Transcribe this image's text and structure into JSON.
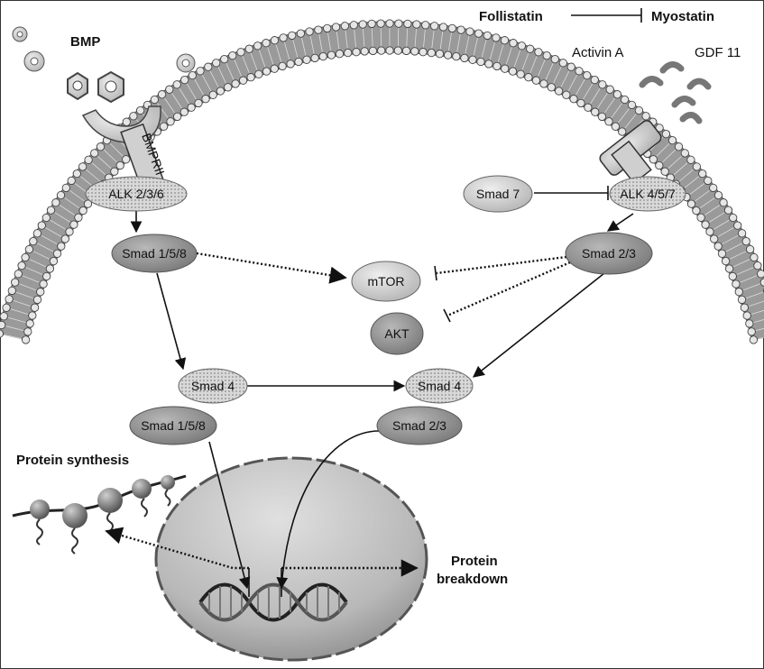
{
  "diagram": {
    "legend": {
      "left": "Follistatin",
      "right": "Myostatin"
    },
    "ligands": {
      "bmp": "BMP",
      "activin": "Activin A",
      "gdf": "GDF 11"
    },
    "receptors": {
      "bmpr": "BMPRII"
    },
    "nodes": {
      "alk236": "ALK 2/3/6",
      "alk457": "ALK 4/5/7",
      "smad7": "Smad 7",
      "smad158_top": "Smad 1/5/8",
      "smad23_top": "Smad 2/3",
      "mtor": "mTOR",
      "akt": "AKT",
      "smad4_left": "Smad 4",
      "smad4_right": "Smad 4",
      "smad158_bottom": "Smad 1/5/8",
      "smad23_bottom": "Smad 2/3"
    },
    "outcomes": {
      "synthesis": "Protein synthesis",
      "breakdown_1": "Protein",
      "breakdown_2": "breakdown"
    },
    "colors": {
      "membrane": "#6e6e6e",
      "node_dark": "#8c8c8c",
      "node_light": "#cfcfcf",
      "nucleus": "#bdbdbd",
      "ink": "#111111"
    }
  }
}
